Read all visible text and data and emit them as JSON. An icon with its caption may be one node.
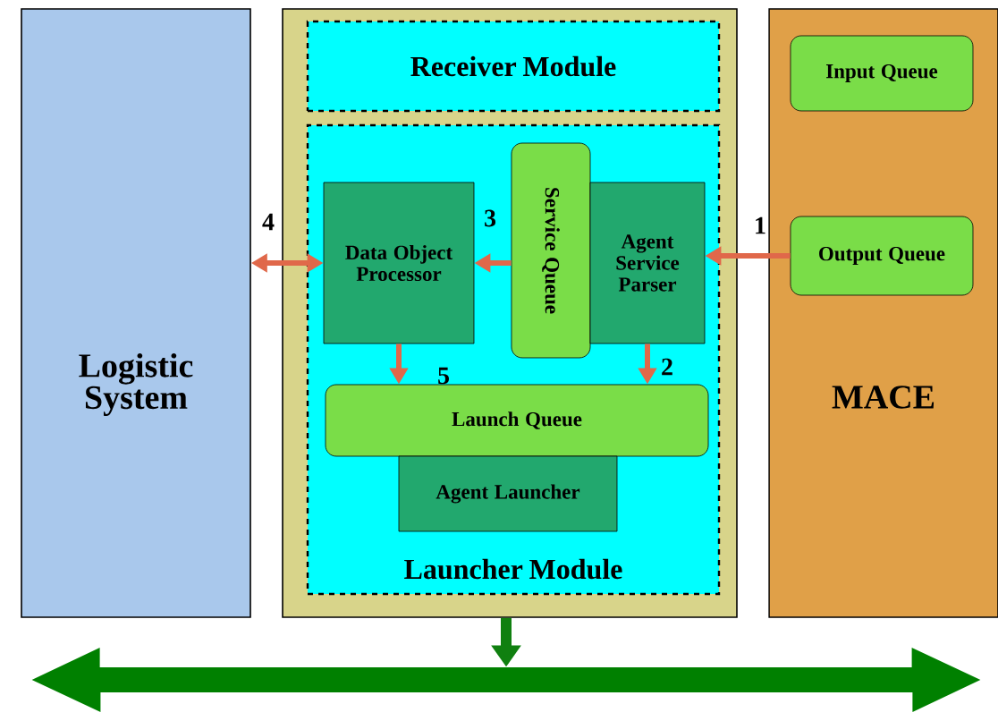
{
  "diagram": {
    "nodes": [
      {
        "text": [
          "Logistic System"
        ]
      },
      {
        "text": [],
        "shape": "box"
      },
      {
        "text": [
          "Receiver Module"
        ],
        "in": 1
      },
      {
        "text": [
          "Launcher Module"
        ],
        "in": 1
      },
      {
        "text": [
          "Data Object Processor"
        ],
        "in": 3
      },
      {
        "text": [
          "Service Queue"
        ],
        "in": 3
      },
      {
        "text": [
          "Agent Service Parser"
        ],
        "in": 3
      },
      {
        "text": [
          "Launch Queue"
        ],
        "in": 3
      },
      {
        "text": [
          "Agent Launcher"
        ],
        "in": 3
      },
      {
        "text": [
          "MACE"
        ]
      },
      {
        "text": [
          "Input Queue"
        ],
        "in": 9
      },
      {
        "text": [
          "Output Queue"
        ],
        "in": 9
      },
      {
        "text": [],
        "shape": "bar"
      }
    ],
    "edges": [
      {
        "from": 11,
        "to": 6,
        "arrow": "to",
        "label": "1"
      },
      {
        "from": 6,
        "to": 7,
        "arrow": "to",
        "label": "2"
      },
      {
        "from": 5,
        "to": 4,
        "arrow": "to",
        "label": "3"
      },
      {
        "from": 4,
        "to": 0,
        "arrow": "both",
        "label": "4"
      },
      {
        "from": 4,
        "to": 7,
        "arrow": "to",
        "label": "5"
      },
      {
        "from": 1,
        "to": 12,
        "arrow": "to",
        "style": "thick",
        "color": "#108010"
      }
    ]
  }
}
